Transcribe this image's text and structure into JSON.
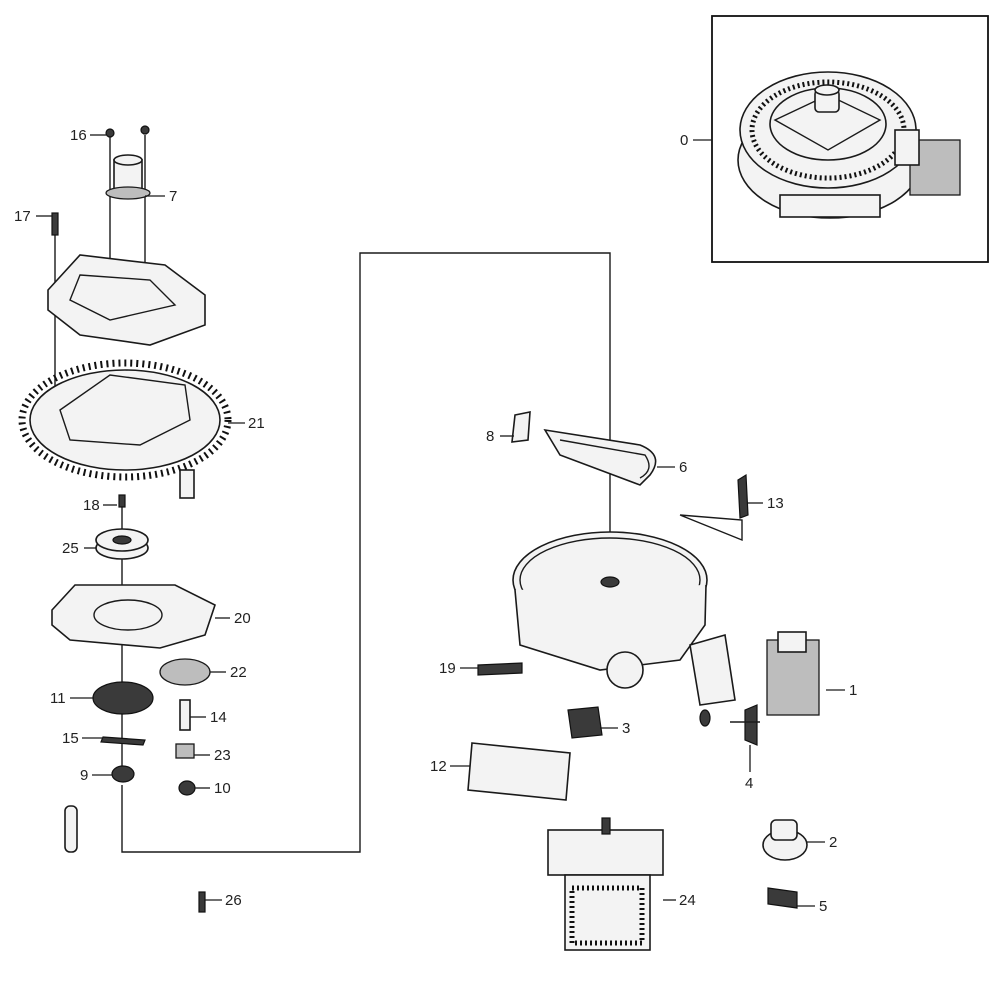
{
  "callouts": [
    {
      "id": "c0",
      "text": "0"
    },
    {
      "id": "c1",
      "text": "1"
    },
    {
      "id": "c2",
      "text": "2"
    },
    {
      "id": "c3",
      "text": "3"
    },
    {
      "id": "c4",
      "text": "4"
    },
    {
      "id": "c5",
      "text": "5"
    },
    {
      "id": "c6",
      "text": "6"
    },
    {
      "id": "c7",
      "text": "7"
    },
    {
      "id": "c8",
      "text": "8"
    },
    {
      "id": "c9",
      "text": "9"
    },
    {
      "id": "c10",
      "text": "10"
    },
    {
      "id": "c11",
      "text": "11"
    },
    {
      "id": "c12",
      "text": "12"
    },
    {
      "id": "c13",
      "text": "13"
    },
    {
      "id": "c14",
      "text": "14"
    },
    {
      "id": "c15",
      "text": "15"
    },
    {
      "id": "c16",
      "text": "16"
    },
    {
      "id": "c17",
      "text": "17"
    },
    {
      "id": "c18",
      "text": "18"
    },
    {
      "id": "c19",
      "text": "19"
    },
    {
      "id": "c20",
      "text": "20"
    },
    {
      "id": "c21",
      "text": "21"
    },
    {
      "id": "c22",
      "text": "22"
    },
    {
      "id": "c23",
      "text": "23"
    },
    {
      "id": "c24",
      "text": "24"
    },
    {
      "id": "c25",
      "text": "25"
    },
    {
      "id": "c26",
      "text": "26"
    }
  ]
}
